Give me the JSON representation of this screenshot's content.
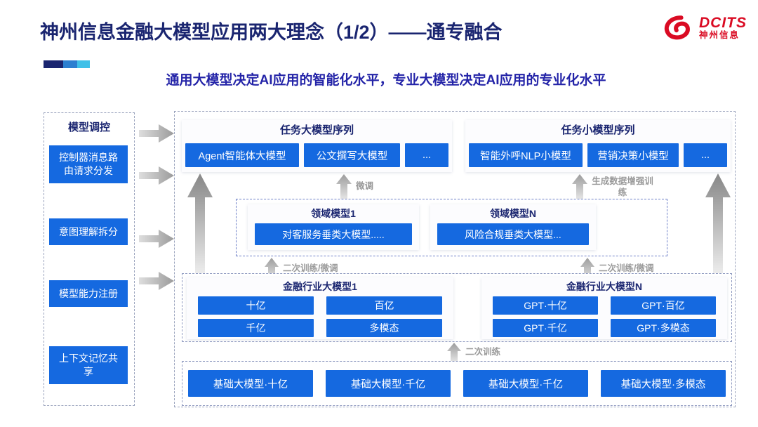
{
  "header": {
    "title": "神州信息金融大模型应用两大理念（1/2）——通专融合",
    "subtitle": "通用大模型决定AI应用的智能化水平，专业大模型决定AI应用的专业化水平",
    "logo_text": "DCITS",
    "logo_subtext": "神州信息"
  },
  "sidebar": {
    "title": "模型调控",
    "items": [
      {
        "label": "控制器消息路由请求分发"
      },
      {
        "label": "意图理解拆分"
      },
      {
        "label": "模型能力注册"
      },
      {
        "label": "上下文记忆共享"
      }
    ]
  },
  "diagram": {
    "task_large": {
      "title": "任务大模型序列",
      "boxes": [
        "Agent智能体大模型",
        "公文撰写大模型",
        "..."
      ]
    },
    "task_small": {
      "title": "任务小模型序列",
      "boxes": [
        "智能外呼NLP小模型",
        "营销决策小模型",
        "..."
      ]
    },
    "domain_models": [
      {
        "title": "领域模型1",
        "box": "对客服务垂类大模型....."
      },
      {
        "title": "领域模型N",
        "box": "风险合规垂类大模型..."
      }
    ],
    "industry_models": [
      {
        "title": "金融行业大模型1",
        "boxes": [
          "十亿",
          "百亿",
          "千亿",
          "多模态"
        ]
      },
      {
        "title": "金融行业大模型N",
        "boxes": [
          "GPT·十亿",
          "GPT·百亿",
          "GPT·千亿",
          "GPT·多模态"
        ]
      }
    ],
    "base_models": [
      "基础大模型·十亿",
      "基础大模型·千亿",
      "基础大模型·千亿",
      "基础大模型·多模态"
    ],
    "labels": {
      "fine_tune": "微调",
      "gen_data_augment": "生成数据增强训练",
      "retrain_ft_left": "二次训练/微调",
      "retrain_ft_right": "二次训练/微调",
      "retrain": "二次训练"
    }
  },
  "colors": {
    "box_blue": "#1569e0",
    "title_navy": "#1a2570",
    "subtitle_blue": "#2424a8",
    "logo_red": "#da0b23",
    "label_gray": "#9a9a9a"
  }
}
